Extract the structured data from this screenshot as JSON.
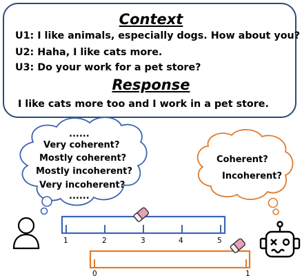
{
  "context": {
    "title": "Context",
    "utterances": [
      "U1: I like animals, especially dogs. How about you?",
      "U2: Haha, I like cats more.",
      "U3: Do your work for a pet store?"
    ],
    "response_title": "Response",
    "response": "I like cats more too and I work in a pet store."
  },
  "human_bubble": {
    "top_ellipsis": "......",
    "options": [
      "Very coherent?",
      "Mostly coherent?",
      "Mostly incoherent?",
      "Very incoherent?"
    ],
    "bottom_ellipsis": "......"
  },
  "robot_bubble": {
    "options": [
      "Coherent?",
      "Incoherent?"
    ]
  },
  "human_scale": {
    "labels": [
      "1",
      "2",
      "3",
      "4",
      "5"
    ],
    "selected": "3"
  },
  "robot_scale": {
    "labels": [
      "0",
      "1"
    ],
    "selected": "1"
  },
  "colors": {
    "human": "#3b63b4",
    "robot": "#e07b2c",
    "frame": "#2a4a78",
    "eraser": "#e8a0b8"
  },
  "icons": [
    "person-icon",
    "robot-icon",
    "eraser-icon"
  ]
}
